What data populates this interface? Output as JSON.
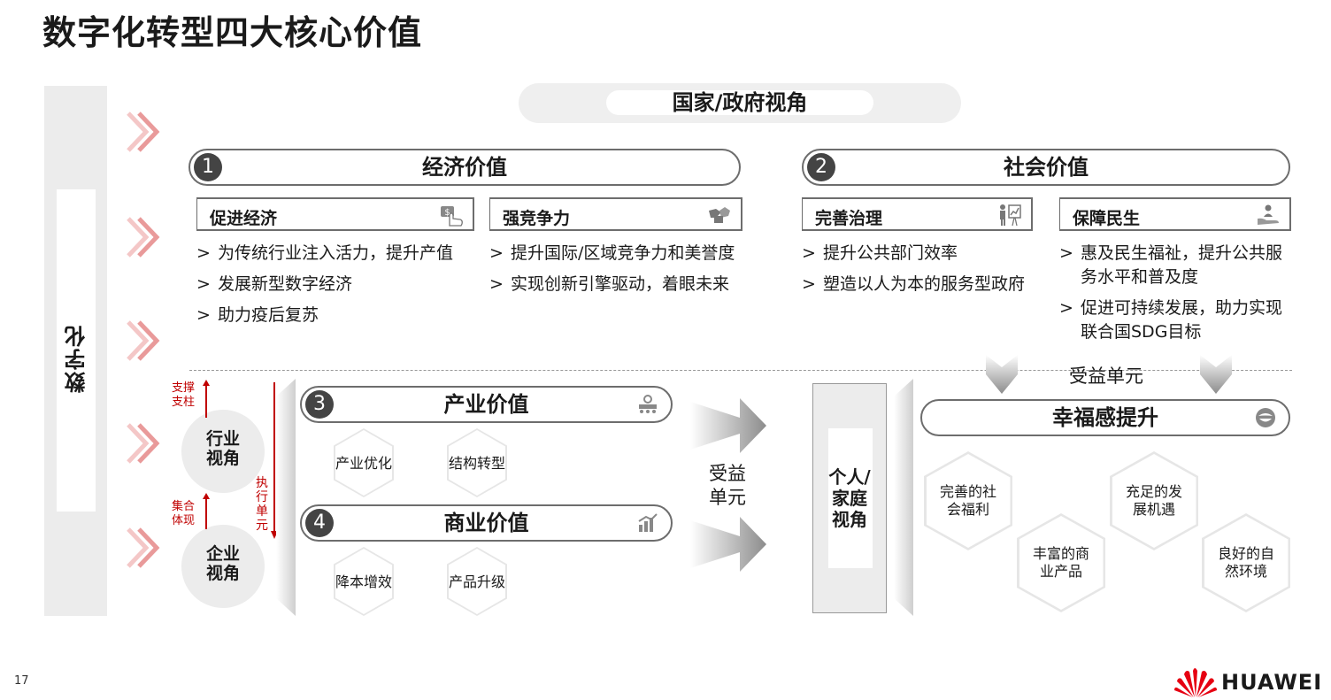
{
  "title": "数字化转型四大核心价值",
  "left_bar": "数字化",
  "gov_view": "国家/政府视角",
  "economic": {
    "num": "1",
    "label": "经济价值",
    "cards": [
      {
        "title": "促进经济",
        "icon": "coin-hand-icon",
        "bullets": [
          "为传统行业注入活力，提升产值",
          "发展新型数字经济",
          "助力疫后复苏"
        ]
      },
      {
        "title": "强竞争力",
        "icon": "handshake-icon",
        "bullets": [
          "提升国际/区域竞争力和美誉度",
          "实现创新引擎驱动，着眼未来"
        ]
      }
    ]
  },
  "social": {
    "num": "2",
    "label": "社会价值",
    "cards": [
      {
        "title": "完善治理",
        "icon": "presenter-icon",
        "bullets": [
          "提升公共部门效率",
          "塑造以人为本的服务型政府"
        ]
      },
      {
        "title": "保障民生",
        "icon": "care-hand-icon",
        "bullets": [
          "惠及民生福祉，提升公共服务水平和普及度",
          "促进可持续发展，助力实现联合国SDG目标"
        ]
      }
    ]
  },
  "bullet_marker": ">",
  "industry": {
    "view_label": "行业视角",
    "enterprise_label": "企业视角",
    "support_label": "支撑支柱",
    "collect_label": "集合体现",
    "exec_label": "执行单元",
    "v3": {
      "num": "3",
      "label": "产业价值",
      "hexes": [
        "产业优化",
        "结构转型"
      ]
    },
    "v4": {
      "num": "4",
      "label": "商业价值",
      "hexes": [
        "降本增效",
        "产品升级"
      ]
    }
  },
  "benefit_mid": "受益单元",
  "personal": {
    "view_label": "个人/家庭视角",
    "benefit_top": "受益单元",
    "happiness": "幸福感提升",
    "hexes": [
      "完善的社会福利",
      "丰富的商业产品",
      "充足的发展机遇",
      "良好的自然环境"
    ]
  },
  "page_number": "17",
  "brand": "HUAWEI",
  "colors": {
    "red": "#c00000",
    "dark": "#444444",
    "gray": "#ececec"
  }
}
